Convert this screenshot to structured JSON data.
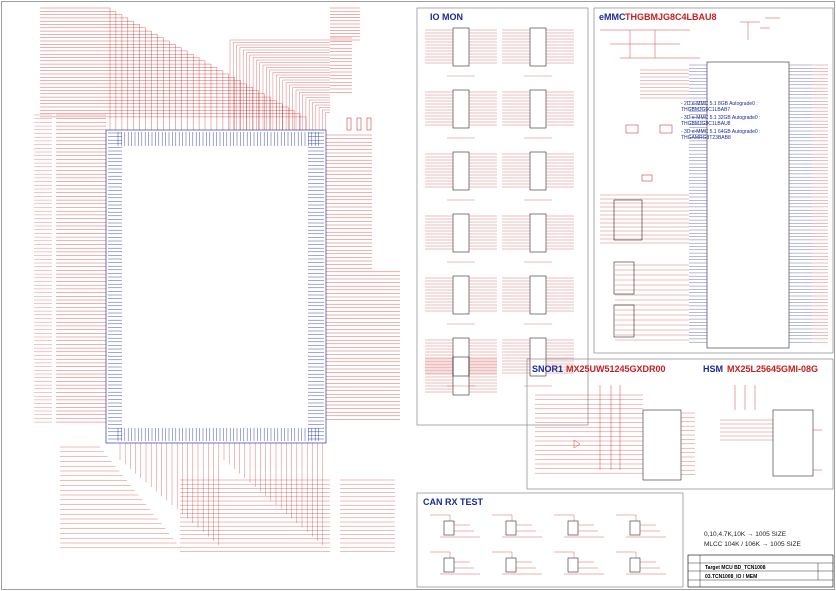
{
  "sections": {
    "io_mon": "IO MON",
    "emmc": "eMMC",
    "emmc_part": "THGBMJG8C4LBAU8",
    "snor1": "SNOR1",
    "snor1_part": "MX25UW51245GXDR00",
    "hsm": "HSM",
    "hsm_part": "MX25L25645GMI-08G",
    "can_rx": "CAN RX TEST"
  },
  "emmc_notes": [
    "- 2D e-MMC 5.1 8GB Autograde0 :",
    "THGBMJG6C1LBAB7",
    "- 3D e-MMC 5.1 32GB Autograde0 :",
    "THGBMJG8C1LBAU8",
    "- 3D e-MMC 5.1 64GB Autograde0 :",
    "THGAMRG8T23BAB8"
  ],
  "size_notes": [
    "0,10,4.7K,10K → 1005 SIZE",
    "MLCC 104K / 106K → 1005 SIZE"
  ],
  "title_block": {
    "project": "Target MCU  BD_TCN1008",
    "sheet": "03.TCN1008_IO / MEM"
  },
  "colors": {
    "wire": "#c81e1e",
    "pin": "#2a3aa8",
    "border": "#888888",
    "title": "#1a2a9a"
  }
}
